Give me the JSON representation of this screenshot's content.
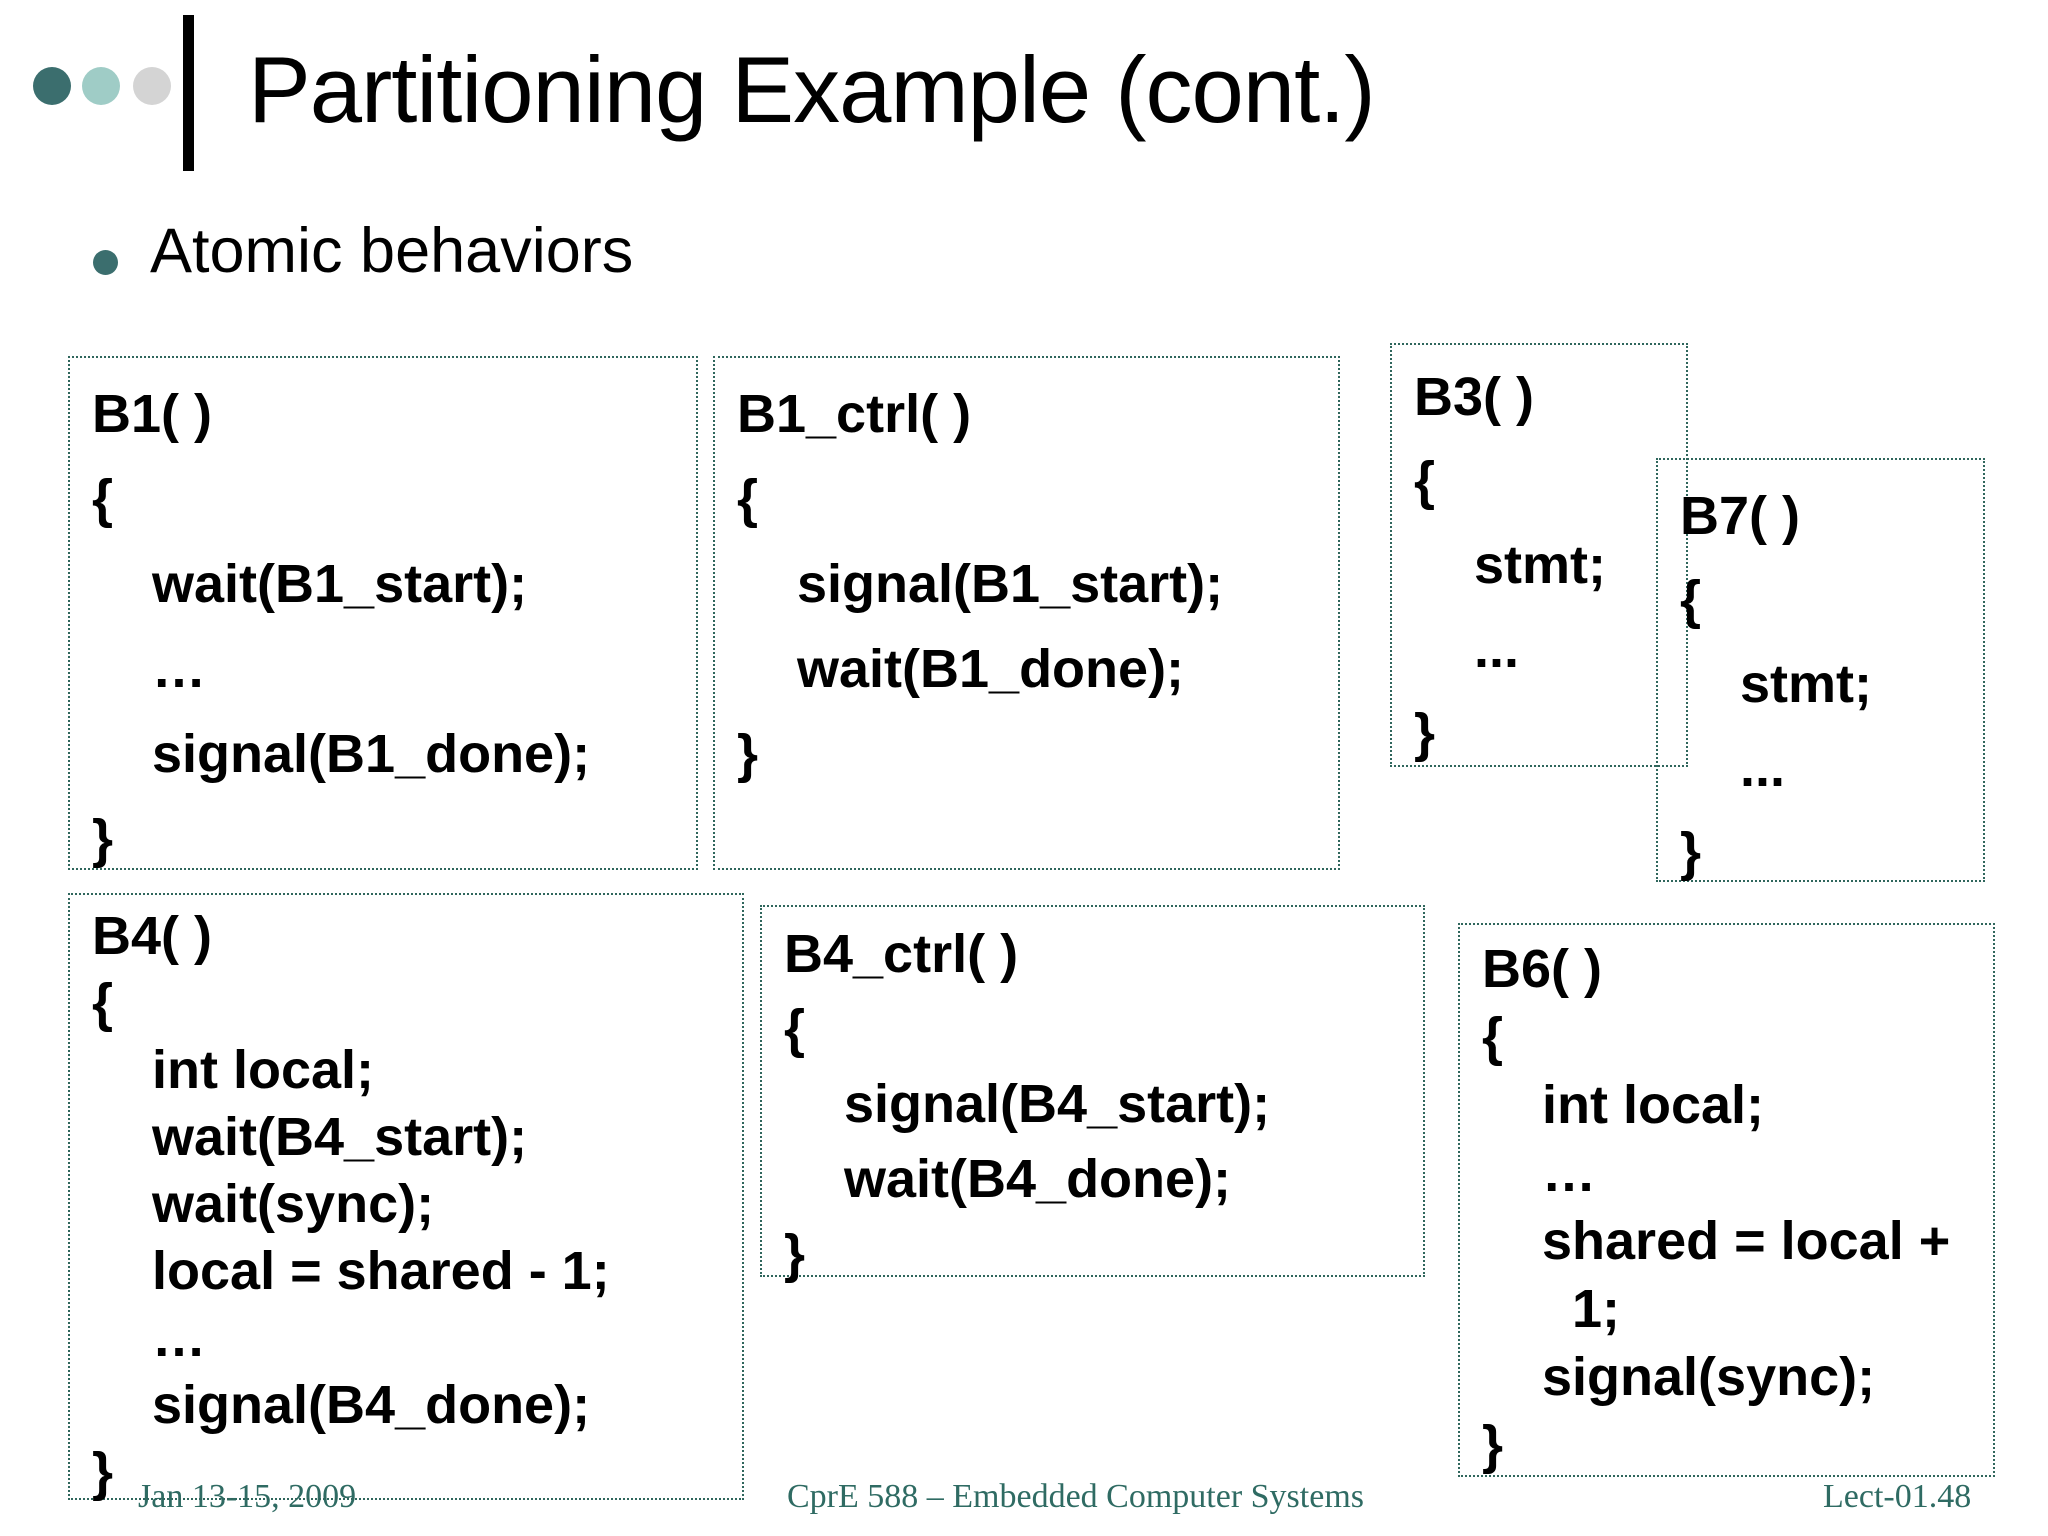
{
  "header": {
    "title": "Partitioning Example (cont.)"
  },
  "bullet": {
    "text": "Atomic behaviors"
  },
  "boxes": {
    "b1": {
      "lines": [
        "B1( )",
        "{",
        "    wait(B1_start);",
        "    …",
        "    signal(B1_done);",
        "}"
      ]
    },
    "b1_ctrl": {
      "lines": [
        "B1_ctrl( )",
        "{",
        "    signal(B1_start);",
        "    wait(B1_done);",
        "}"
      ]
    },
    "b3": {
      "lines": [
        "B3( )",
        "{",
        "    stmt;",
        "    ...",
        "}"
      ]
    },
    "b7": {
      "lines": [
        "B7( )",
        "{",
        "    stmt;",
        "    ...",
        "}"
      ]
    },
    "b4": {
      "lines": [
        "B4( )",
        "{",
        "    int local;",
        "    wait(B4_start);",
        "    wait(sync);",
        "    local = shared - 1;",
        "    …",
        "    signal(B4_done);",
        "}"
      ]
    },
    "b4_ctrl": {
      "lines": [
        "B4_ctrl( )",
        "{",
        "    signal(B4_start);",
        "    wait(B4_done);",
        "}"
      ]
    },
    "b6": {
      "lines": [
        "B6( )",
        "{",
        "    int local;",
        "    …",
        "    shared = local +",
        "      1;",
        "    signal(sync);",
        "}"
      ]
    }
  },
  "footer": {
    "date": "Jan 13-15, 2009",
    "course": "CprE 588 – Embedded Computer Systems",
    "lecture": "Lect-01.48"
  },
  "colors": {
    "accent-dark-teal": "#3b6e6e",
    "accent-light-teal": "#9fccc6",
    "accent-gray": "#d4d4d4",
    "box-border": "#2f665c",
    "footer-text": "#2f6b63"
  }
}
